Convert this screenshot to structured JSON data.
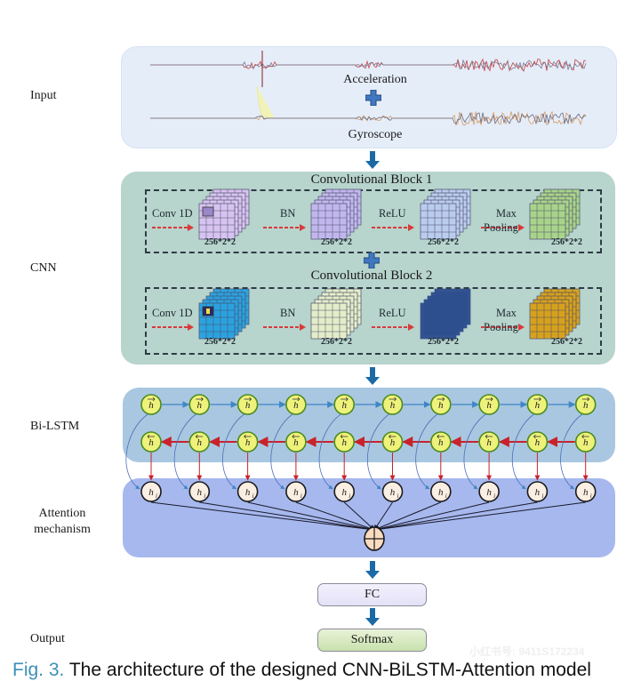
{
  "side_labels": {
    "input": "Input",
    "cnn": "CNN",
    "bilstm": "Bi-LSTM",
    "attention_line1": "Attention",
    "attention_line2": "mechanism",
    "output": "Output"
  },
  "input": {
    "signal_top": "Acceleration",
    "signal_bottom": "Gyroscope",
    "combine_icon": "plus-icon"
  },
  "cnn": {
    "blocks": [
      {
        "title": "Convolutional Block 1",
        "ops": [
          "Conv 1D",
          "BN",
          "ReLU",
          "Max",
          "Pooling"
        ],
        "dims": [
          "256*2*2",
          "256*2*2",
          "256*2*2",
          "256*2*2"
        ],
        "colors": [
          "#d9c4f2",
          "#c3b8ef",
          "#bccdf0",
          "#a9d58a"
        ]
      },
      {
        "title": "Convolutional Block 2",
        "ops": [
          "Conv 1D",
          "BN",
          "ReLU",
          "Max",
          "Pooling"
        ],
        "dims": [
          "256*2*2",
          "256*2*2",
          "256*2*2",
          "256*2*2"
        ],
        "colors": [
          "#2aa3e0",
          "#e6efc9",
          "#2e4f8e",
          "#d8a21c"
        ]
      }
    ]
  },
  "bilstm": {
    "forward_node_label": "h→i",
    "backward_node_label": "h←i",
    "num_steps": 10,
    "forward_color": "#3f86c6",
    "backward_color": "#c8232c"
  },
  "attention": {
    "node_label": "hi",
    "num_nodes": 10,
    "sum_icon": "circle-plus-icon"
  },
  "output": {
    "fc_label": "FC",
    "softmax_label": "Softmax"
  },
  "caption": {
    "fig": "Fig. 3.",
    "text": "The architecture of the designed CNN-BiLSTM-Attention model"
  },
  "watermark": {
    "text": "小红书号: 9411S172234"
  }
}
